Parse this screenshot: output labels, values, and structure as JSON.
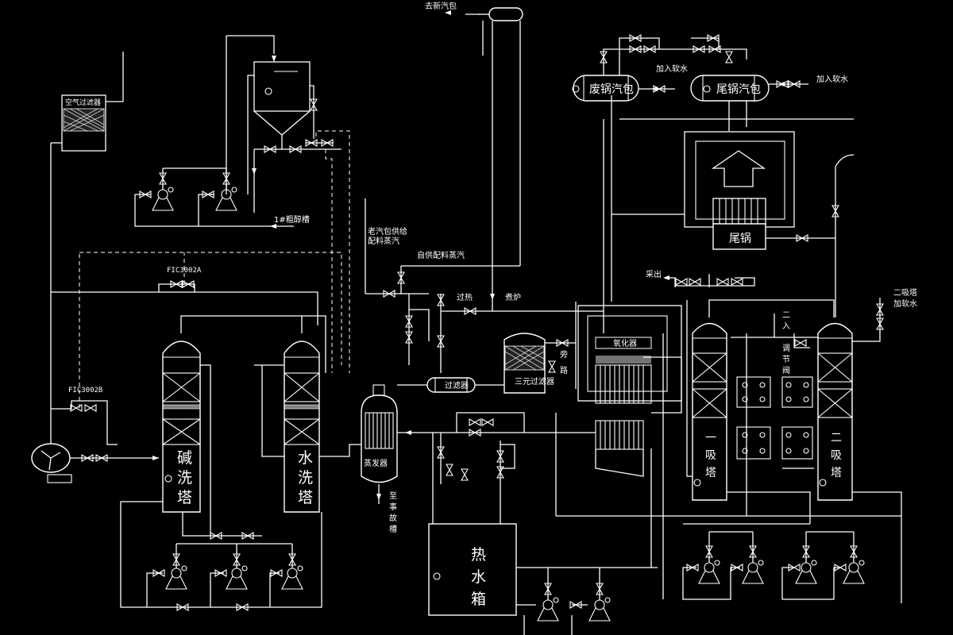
{
  "labels": {
    "to_new_drum": "去新汽包",
    "waste_boiler_drum": "废锅汽包",
    "tail_boiler_drum": "尾锅汽包",
    "add_soft_water_1": "加入软水",
    "add_soft_water_2": "加入软水",
    "tail_boiler": "尾锅",
    "air_filter": "空气过滤器",
    "crude_tank": "1#粗醇槽",
    "old_drum_supply": "老汽包供给",
    "ingredient_steam": "配料蒸汽",
    "self_supply_steam": "自供配料蒸汽",
    "overheat": "过热",
    "furnace": "煮炉",
    "oxidizer": "氧化器",
    "bypass_1": "旁",
    "bypass_2": "路",
    "filter": "过滤器",
    "ternary_filter": "三元过滤器",
    "evaporator": "蒸发器",
    "to_accident_tank": [
      "至",
      "事",
      "故",
      "槽"
    ],
    "hot_water_tank": [
      "热",
      "水",
      "箱"
    ],
    "alkali_tower": [
      "碱",
      "洗",
      "塔"
    ],
    "water_tower": [
      "水",
      "洗",
      "塔"
    ],
    "absorber_1": [
      "一",
      "吸",
      "塔"
    ],
    "absorber_2": [
      "二",
      "吸",
      "塔"
    ],
    "output": "采出",
    "second_in": [
      "二",
      "入"
    ],
    "regulating_valve": [
      "调",
      "节",
      "阀"
    ],
    "absorber_2_add_water": [
      "二吸塔",
      "加软水"
    ],
    "fic_1": "FIC3002A",
    "fic_2": "FIC3002B"
  }
}
